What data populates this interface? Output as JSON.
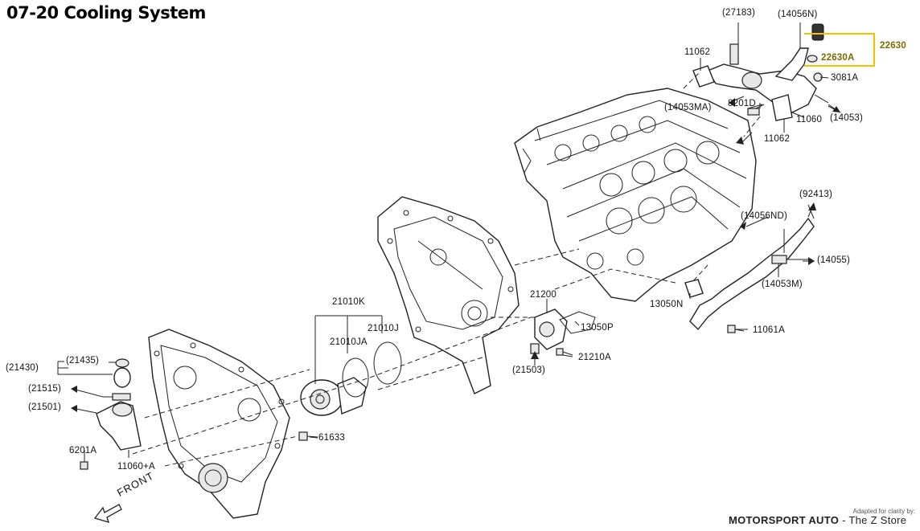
{
  "title": "07-20 Cooling System",
  "labels": {
    "p27183": "(27183)",
    "p14056N": "(14056N)",
    "p22630": "22630",
    "p22630A": "22630A",
    "p11062a": "11062",
    "p3081A": "3081A",
    "p14053MA": "(14053MA)",
    "p8201D": "8201D",
    "p11060": "11060",
    "p14053": "(14053)",
    "p11062b": "11062",
    "p92413": "(92413)",
    "p14056ND": "(14056ND)",
    "p14055": "(14055)",
    "p14053M": "(14053M)",
    "p13050N": "13050N",
    "p11061A": "11061A",
    "p21200": "21200",
    "p13050P": "13050P",
    "p21503": "(21503)",
    "p21210A": "21210A",
    "p21010K": "21010K",
    "p21010J": "21010J",
    "p21010JA": "21010JA",
    "p61633": "61633",
    "p21430": "(21430)",
    "p21435": "(21435)",
    "p21515": "(21515)",
    "p21501": "(21501)",
    "p6201A": "6201A",
    "p11060A": "11060+A"
  },
  "front_label": "FRONT",
  "credit": "Adapted for clarity by:",
  "footer_brand": "MOTORSPORT AUTO",
  "footer_sep": " - ",
  "footer_store": "The Z Store",
  "highlight_color": "#f2c200",
  "icons": [
    "front-arrow-icon"
  ]
}
